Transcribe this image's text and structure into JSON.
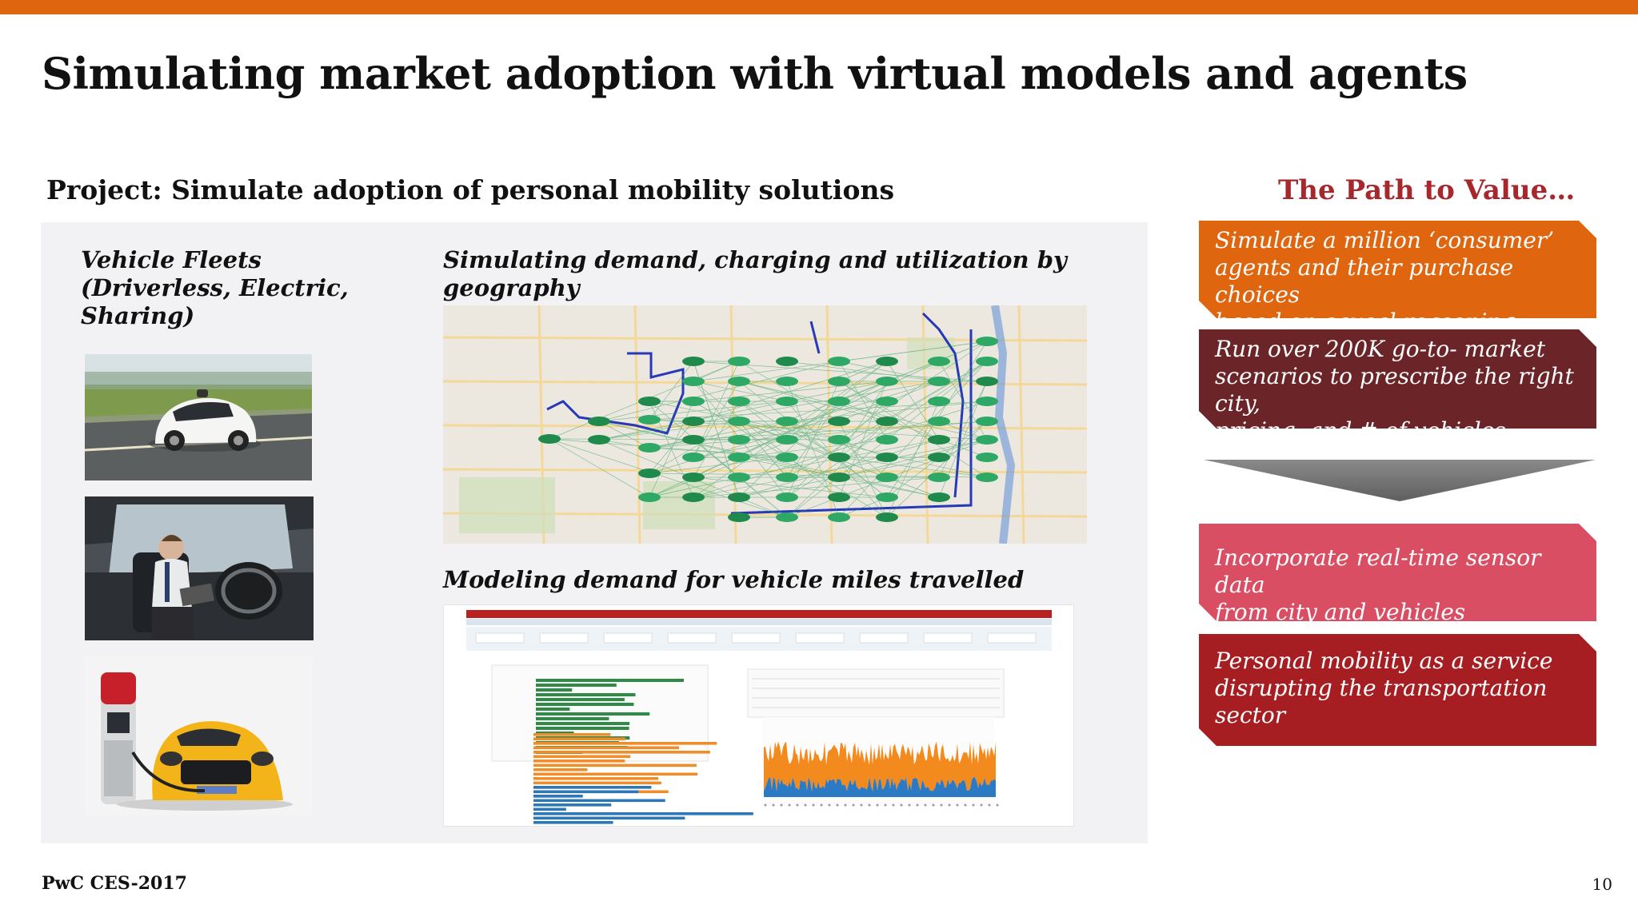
{
  "slide": {
    "title": "Simulating market adoption with virtual models and agents",
    "project_label": "Project: Simulate adoption of personal mobility solutions",
    "footer": "PwC  CES-2017",
    "page_number": "10"
  },
  "left_panel": {
    "fleets_heading_lines": [
      "Vehicle Fleets",
      "(Driverless, Electric,",
      "Sharing)"
    ],
    "map_heading_lines": [
      "Simulating demand, charging and utilization by",
      "geography"
    ],
    "dashboard_heading": "Modeling demand for vehicle miles travelled"
  },
  "path_to_value": {
    "title": "The Path to Value…",
    "boxes": [
      {
        "lines": [
          "Simulate a million ‘consumer’",
          "agents and their purchase choices",
          "based on causal reasoning"
        ],
        "color": "#e0650f"
      },
      {
        "lines": [
          "Run over 200K go-to- market",
          "scenarios to prescribe the right city,",
          "pricing, and # of vehicles"
        ],
        "color": "#6b2428"
      },
      {
        "lines": [
          "Incorporate real-time sensor data",
          "from city and vehicles"
        ],
        "color": "#d94e62"
      },
      {
        "lines": [
          "Personal mobility as a service",
          "disrupting the transportation",
          "sector"
        ],
        "color": "#a61e22"
      }
    ]
  },
  "colors": {
    "accent": "#e0650f",
    "path_title": "#a6282c"
  }
}
